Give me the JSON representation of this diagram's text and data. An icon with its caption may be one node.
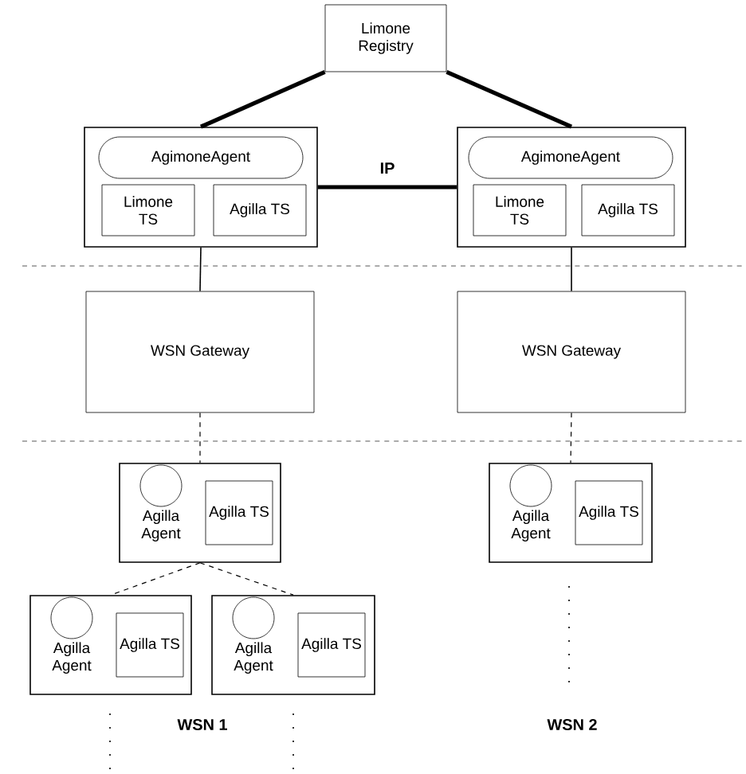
{
  "diagram": {
    "nodes": [
      {
        "text": [
          "Limone Registry"
        ]
      },
      {
        "text": [],
        "shape": "box"
      },
      {
        "text": [
          "AgimoneAgent"
        ],
        "in": 1
      },
      {
        "text": [
          "Limone TS"
        ],
        "in": 1
      },
      {
        "text": [
          "Agilla TS"
        ],
        "in": 1
      },
      {
        "text": [],
        "shape": "box"
      },
      {
        "text": [
          "AgimoneAgent"
        ],
        "in": 5
      },
      {
        "text": [
          "Limone TS"
        ],
        "in": 5
      },
      {
        "text": [
          "Agilla TS"
        ],
        "in": 5
      },
      {
        "text": [
          "WSN Gateway"
        ]
      },
      {
        "text": [
          "WSN Gateway"
        ]
      },
      {
        "text": [],
        "shape": "box"
      },
      {
        "text": [
          "Agilla Agent"
        ],
        "in": 11
      },
      {
        "text": [
          "Agilla TS"
        ],
        "in": 11
      },
      {
        "text": [],
        "shape": "box"
      },
      {
        "text": [
          "Agilla Agent"
        ],
        "in": 14
      },
      {
        "text": [
          "Agilla TS"
        ],
        "in": 14
      },
      {
        "text": [],
        "shape": "box"
      },
      {
        "text": [
          "Agilla Agent"
        ],
        "in": 17
      },
      {
        "text": [
          "Agilla TS"
        ],
        "in": 17
      },
      {
        "text": [],
        "shape": "box"
      },
      {
        "text": [
          "Agilla Agent"
        ],
        "in": 20
      },
      {
        "text": [
          "Agilla TS"
        ],
        "in": 20
      }
    ],
    "edges": [
      {
        "from": 0,
        "to": 1,
        "arrow": "none",
        "style": "thick"
      },
      {
        "from": 0,
        "to": 5,
        "arrow": "none",
        "style": "thick"
      },
      {
        "from": 1,
        "to": 5,
        "arrow": "none",
        "style": "thick",
        "label": "IP"
      },
      {
        "from": 1,
        "to": 9,
        "arrow": "none"
      },
      {
        "from": 5,
        "to": 10,
        "arrow": "none"
      },
      {
        "from": 9,
        "to": 11,
        "arrow": "none",
        "style": "dashed"
      },
      {
        "from": 10,
        "to": 20,
        "arrow": "none",
        "style": "dashed"
      },
      {
        "from": 11,
        "to": 14,
        "arrow": "none",
        "style": "dashed"
      },
      {
        "from": 11,
        "to": 17,
        "arrow": "none",
        "style": "dashed"
      }
    ],
    "labels": [
      "WSN 1",
      "WSN 2"
    ]
  }
}
